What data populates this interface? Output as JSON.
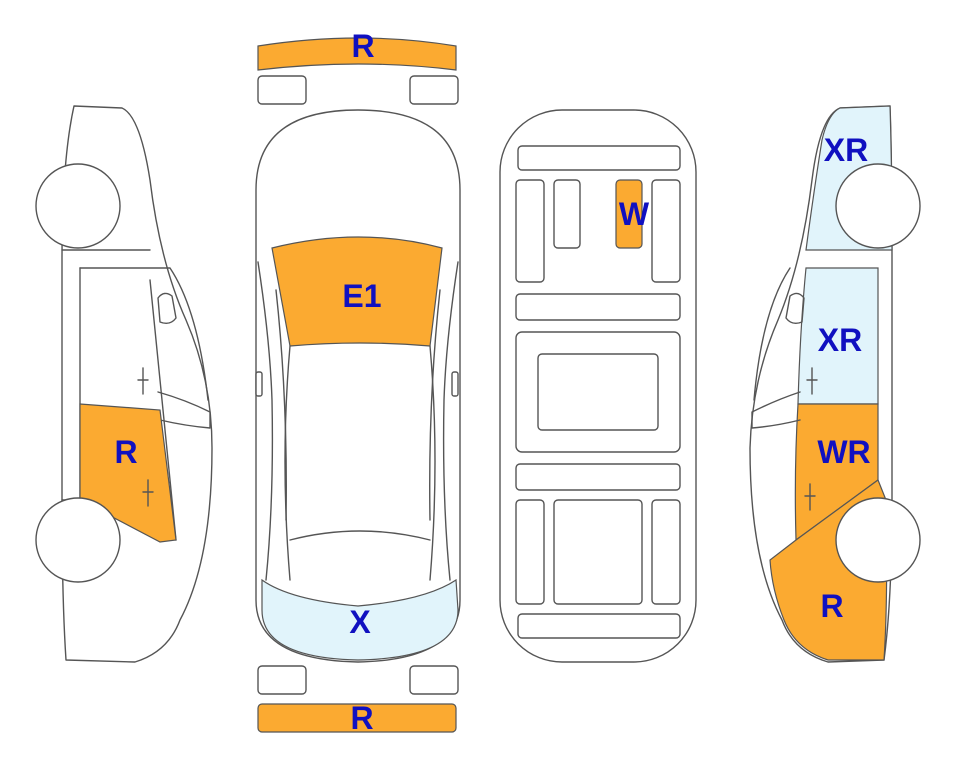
{
  "colors": {
    "repaint": "#FBAA31",
    "other": "#E1F4FB",
    "label": "#1010C0",
    "outline": "#555555"
  },
  "labels": {
    "front_bumper": "R",
    "rear_bumper": "R",
    "hood": "E1",
    "windshield": "X",
    "roof": "W",
    "left_rear_door": "R",
    "right_front_fender": "XR",
    "right_front_door": "XR",
    "right_rear_door": "WR",
    "right_rear_fender": "R"
  }
}
